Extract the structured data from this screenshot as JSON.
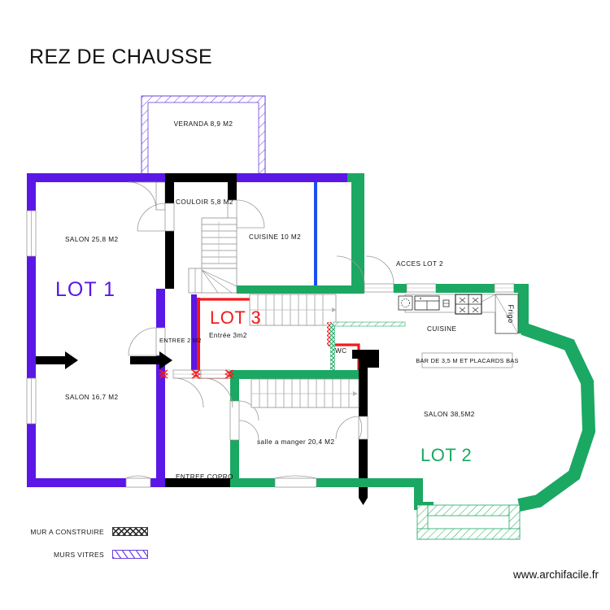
{
  "document": {
    "title": "REZ DE CHAUSSE",
    "footer_url": "www.archifacile.fr"
  },
  "colors": {
    "lot1_purple": "#5A17E6",
    "lot2_green": "#1BA863",
    "lot3_red": "#F5191B",
    "wall_black": "#000000",
    "kitchen_blue": "#1A4FF0",
    "glass_violet": "#6A3FE0",
    "paper_white": "#FFFFFF"
  },
  "legend": {
    "items": [
      {
        "label": "MUR A CONSTRUIRE",
        "swatch": "crosshatch-black"
      },
      {
        "label": "MURS VITRES",
        "swatch": "diagonal-violet"
      }
    ]
  },
  "lots": [
    {
      "id": "lot1",
      "label": "LOT  1",
      "color": "#5A17E6"
    },
    {
      "id": "lot2",
      "label": "LOT 2",
      "color": "#1BA863"
    },
    {
      "id": "lot3",
      "label": "LOT 3",
      "color": "#F5191B"
    }
  ],
  "rooms": [
    {
      "id": "veranda",
      "label": "VERANDA 8,9 M2"
    },
    {
      "id": "salon-25-8",
      "label": "SALON 25,8 M2"
    },
    {
      "id": "salon-16-7",
      "label": "SALON 16,7 M2"
    },
    {
      "id": "couloir",
      "label": "COULOIR 5,8 M2"
    },
    {
      "id": "cuisine-10",
      "label": "CUISINE 10 M2"
    },
    {
      "id": "entree-2",
      "label": "ENTREE 2 M2"
    },
    {
      "id": "entree-3",
      "label": "Entrée 3m2"
    },
    {
      "id": "wc",
      "label": "WC"
    },
    {
      "id": "salle-manger",
      "label": "salle a manger 20,4 M2"
    },
    {
      "id": "entree-copro",
      "label": "ENTREE COPRO"
    },
    {
      "id": "acces-lot2",
      "label": "ACCES LOT 2"
    },
    {
      "id": "cuisine-lot2",
      "label": "CUISINE"
    },
    {
      "id": "salon-38-5",
      "label": "SALON 38,5M2"
    }
  ],
  "annotations": [
    {
      "id": "frigo",
      "label": "Frigo",
      "orientation": "vertical"
    },
    {
      "id": "bar",
      "label": "BAR DE 3,5 M ET PLACARDS BAS",
      "orientation": "horizontal"
    }
  ]
}
